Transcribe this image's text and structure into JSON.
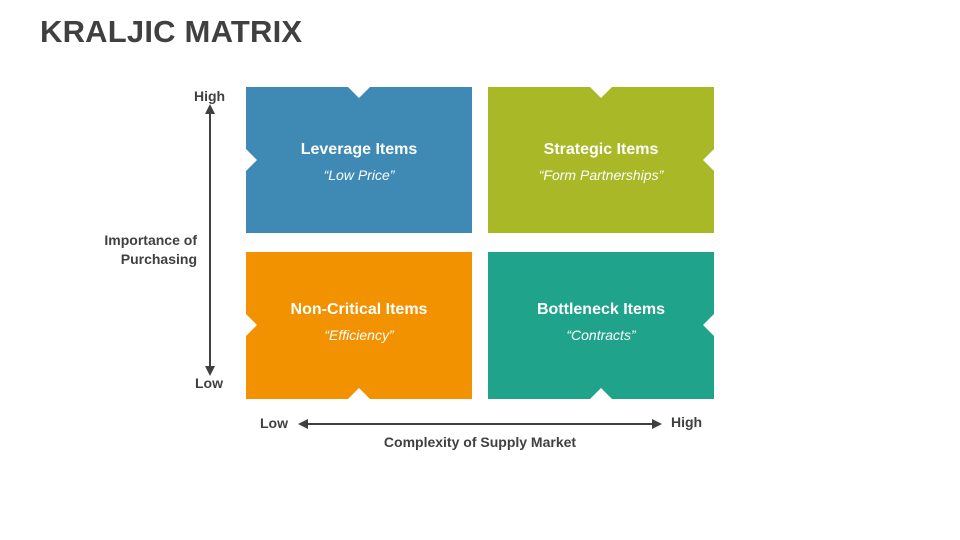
{
  "title": "KRALJIC MATRIX",
  "y_axis": {
    "high": "High",
    "low": "Low",
    "title_line1": "Importance of",
    "title_line2": "Purchasing"
  },
  "x_axis": {
    "low": "Low",
    "high": "High",
    "title": "Complexity of Supply Market"
  },
  "quadrants": {
    "leverage": {
      "name": "Leverage Items",
      "subtitle": "“Low Price”",
      "color": "#3e8ab5"
    },
    "strategic": {
      "name": "Strategic Items",
      "subtitle": "“Form Partnerships”",
      "color": "#a8b826"
    },
    "non_critical": {
      "name": "Non-Critical Items",
      "subtitle": "“Efficiency”",
      "color": "#f39200"
    },
    "bottleneck": {
      "name": "Bottleneck Items",
      "subtitle": "“Contracts”",
      "color": "#1fa38a"
    }
  },
  "colors": {
    "text": "#404040",
    "arrow": "#404040"
  }
}
